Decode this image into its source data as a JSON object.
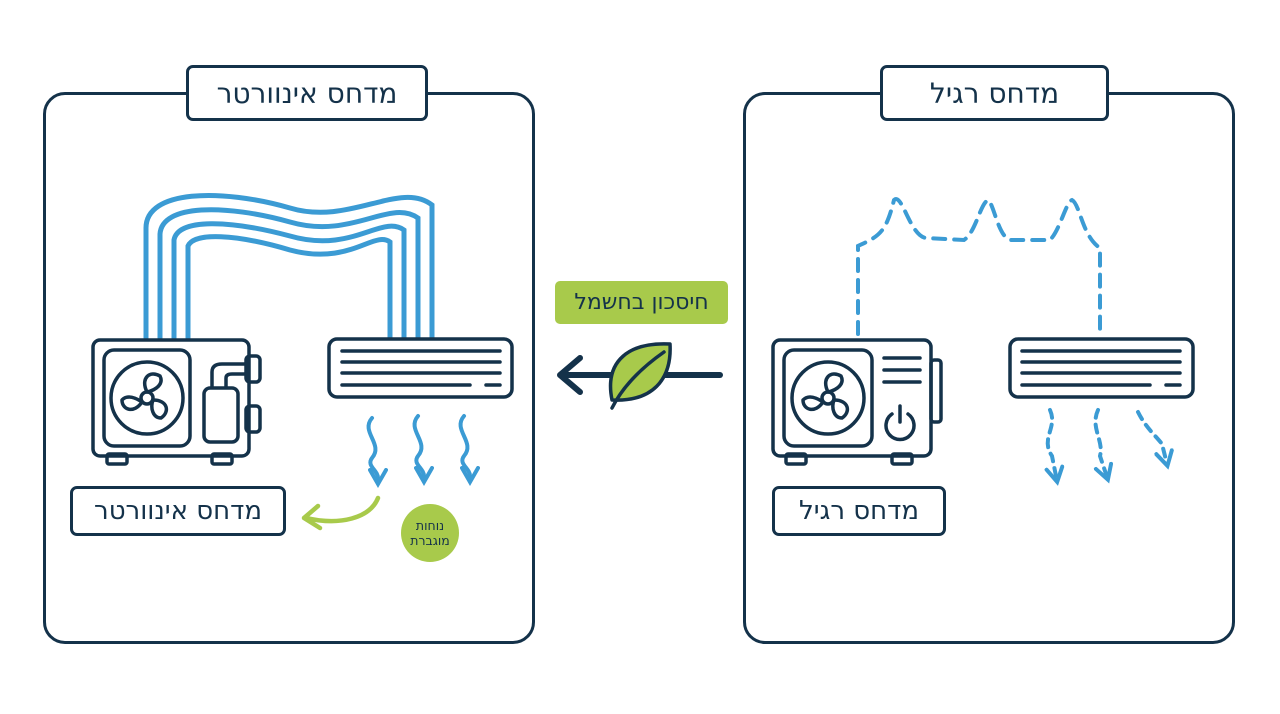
{
  "left_panel": {
    "title": "מדחס אינוורטר",
    "label": "מדחס אינוורטר",
    "badge_line1": "נוחות",
    "badge_line2": "מוגברת"
  },
  "right_panel": {
    "title": "מדחס רגיל",
    "label": "מדחס רגיל"
  },
  "center": {
    "saving_label": "חיסכון בחשמל"
  },
  "icons": [
    "fan-icon",
    "compressor-icon",
    "power-icon",
    "leaf-icon",
    "arrow-left-icon",
    "airflow-arrow-icon"
  ],
  "colors": {
    "outline": "#14324a",
    "blue": "#3b9bd4",
    "green": "#a8ca4b"
  }
}
